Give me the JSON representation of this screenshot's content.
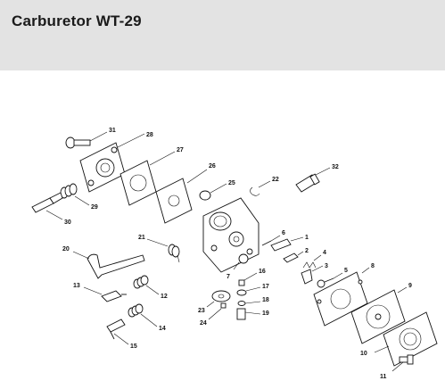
{
  "page": {
    "title": "Carburetor WT-29"
  },
  "parts": [
    {
      "id": "p31",
      "label": "31",
      "name": "screw"
    },
    {
      "id": "p28",
      "label": "28",
      "name": "pump-cover"
    },
    {
      "id": "p27",
      "label": "27",
      "name": "pump-diaphragm"
    },
    {
      "id": "p26",
      "label": "26",
      "name": "gasket"
    },
    {
      "id": "p25",
      "label": "25",
      "name": "welch-plug"
    },
    {
      "id": "p22",
      "label": "22",
      "name": "e-clip"
    },
    {
      "id": "p32",
      "label": "32",
      "name": "fitting"
    },
    {
      "id": "p29",
      "label": "29",
      "name": "spring"
    },
    {
      "id": "p30",
      "label": "30",
      "name": "adjusting-screw"
    },
    {
      "id": "p21",
      "label": "21",
      "name": "torsion-spring"
    },
    {
      "id": "p20",
      "label": "20",
      "name": "lever"
    },
    {
      "id": "p6",
      "label": "6",
      "name": "pin"
    },
    {
      "id": "p1",
      "label": "1",
      "name": "inlet-needle"
    },
    {
      "id": "p2",
      "label": "2",
      "name": "lever"
    },
    {
      "id": "p4",
      "label": "4",
      "name": "spring"
    },
    {
      "id": "p3",
      "label": "3",
      "name": "screw"
    },
    {
      "id": "p5",
      "label": "5",
      "name": "screw"
    },
    {
      "id": "p7",
      "label": "7",
      "name": "ball"
    },
    {
      "id": "p8",
      "label": "8",
      "name": "gasket"
    },
    {
      "id": "p9",
      "label": "9",
      "name": "metering-diaphragm"
    },
    {
      "id": "p10",
      "label": "10",
      "name": "cover"
    },
    {
      "id": "p11",
      "label": "11",
      "name": "screw"
    },
    {
      "id": "p13",
      "label": "13",
      "name": "adjusting-screw"
    },
    {
      "id": "p12",
      "label": "12",
      "name": "spring"
    },
    {
      "id": "p14",
      "label": "14",
      "name": "spring"
    },
    {
      "id": "p15",
      "label": "15",
      "name": "adjusting-screw"
    },
    {
      "id": "p16",
      "label": "16",
      "name": "screw"
    },
    {
      "id": "p17",
      "label": "17",
      "name": "washer"
    },
    {
      "id": "p18",
      "label": "18",
      "name": "ring"
    },
    {
      "id": "p19",
      "label": "19",
      "name": "screen"
    },
    {
      "id": "p23",
      "label": "23",
      "name": "disc"
    },
    {
      "id": "p24",
      "label": "24",
      "name": "screw"
    }
  ]
}
